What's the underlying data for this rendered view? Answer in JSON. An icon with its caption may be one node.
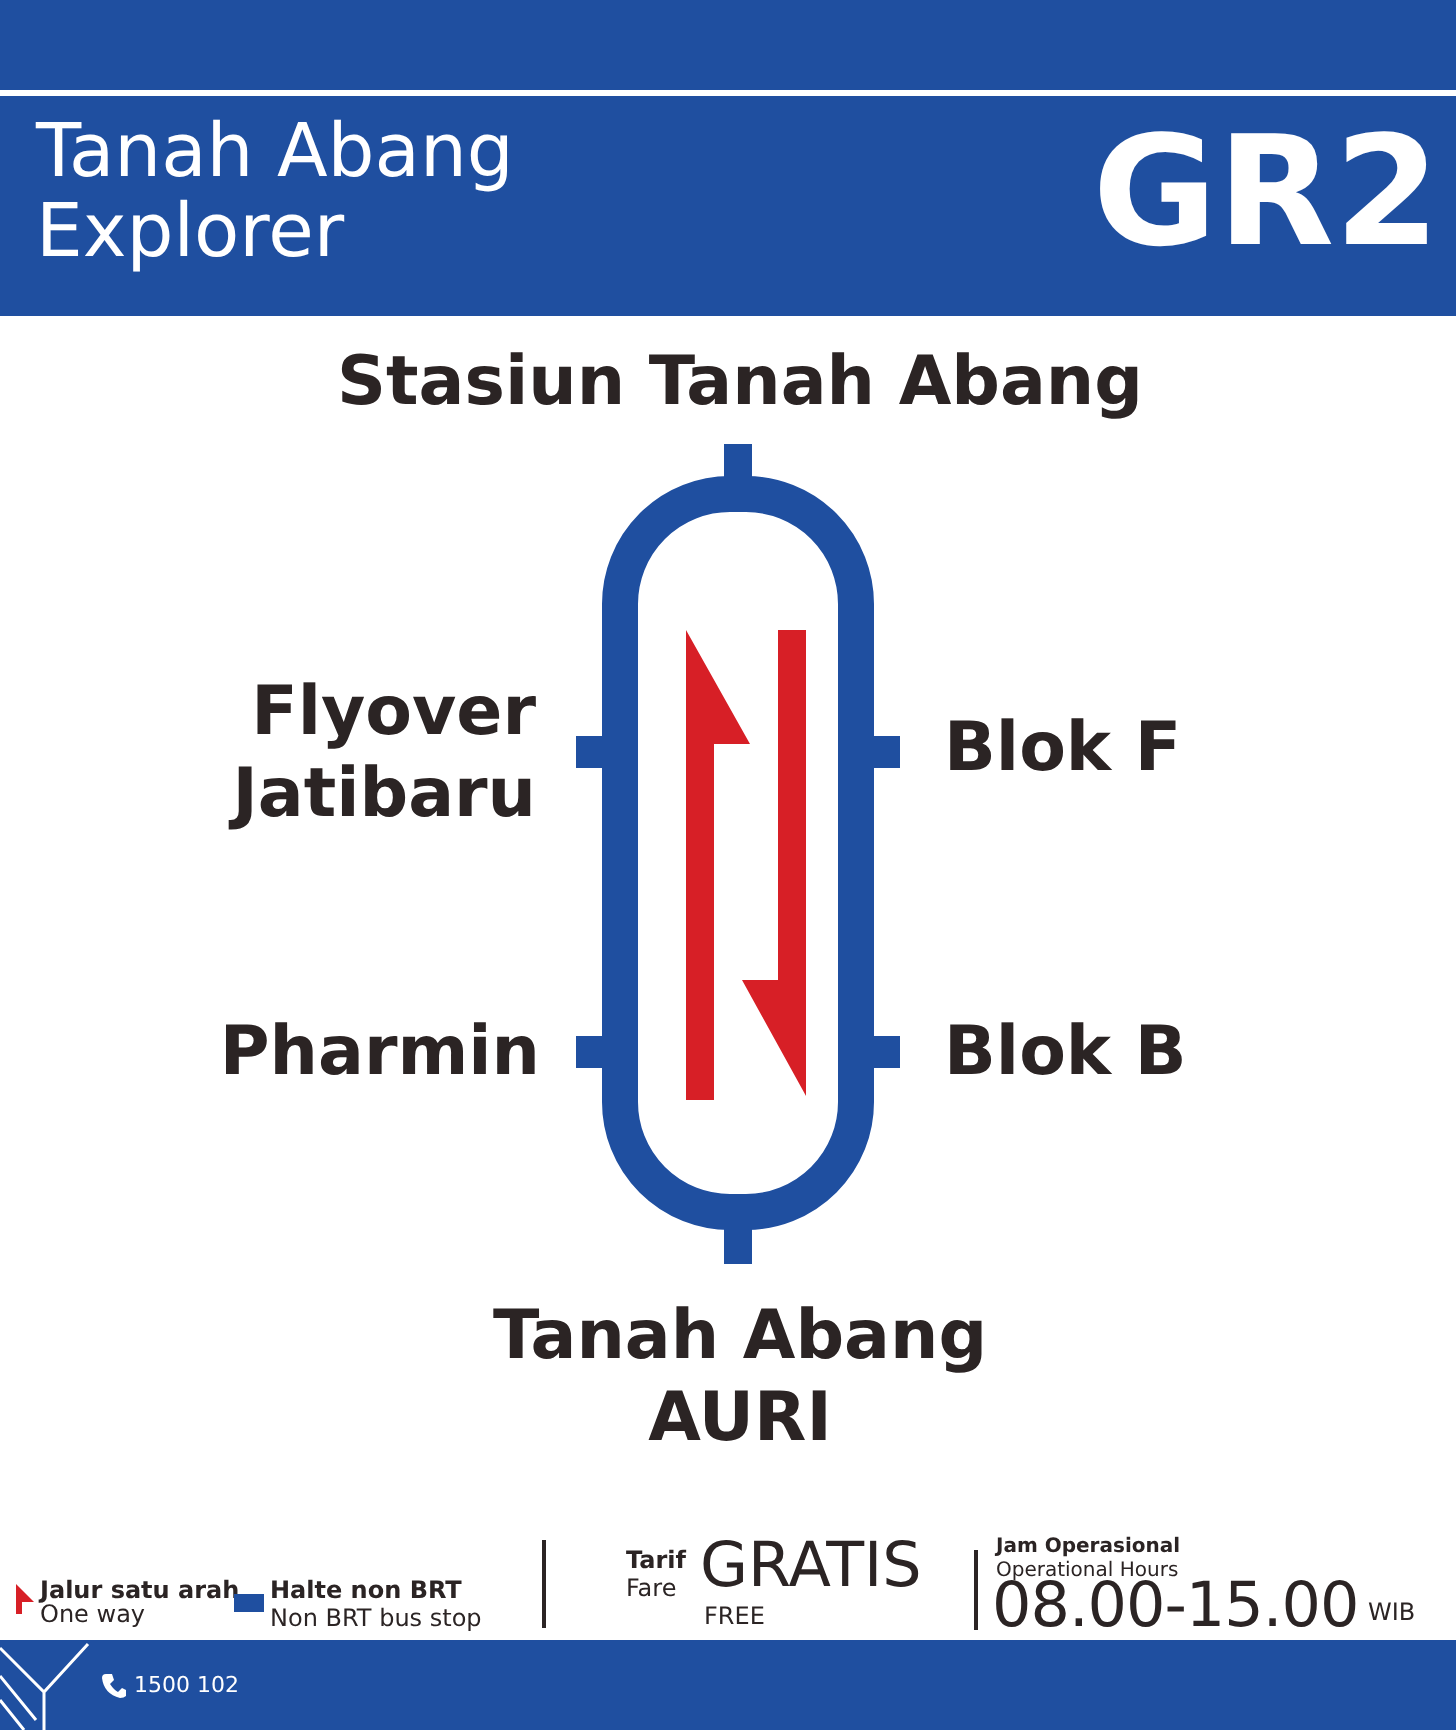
{
  "diagram": {
    "title": "Tanah Abang Explorer",
    "labels": [
      "GR2",
      "Stasiun Tanah Abang",
      "Flyover Jatibaru",
      "Blok F",
      "Pharmin",
      "Blok B",
      "Tanah Abang AURI",
      "One way",
      "Non BRT bus stop",
      "Tarif",
      "Fare",
      "GRATIS",
      "FREE",
      "Jam Operasional",
      "Operational Hours",
      "08.00-15.00",
      "WIB",
      "1500 102"
    ],
    "legend": [
      {
        "text": "Jalur satu arah"
      },
      {
        "text": "Halte non BRT",
        "color": "#1f4fa0"
      }
    ]
  }
}
